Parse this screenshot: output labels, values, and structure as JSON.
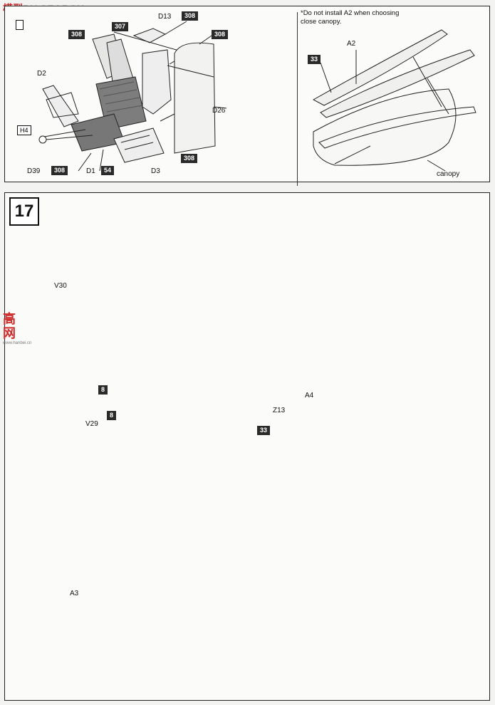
{
  "watermark": {
    "logo_text": "模型",
    "search_text": "BY SEARCH",
    "side_glyphs": "高网",
    "side_url": "www.hanbei.cn"
  },
  "top_panel": {
    "note": "*Do not install A2 when choosing close canopy.",
    "seat_labels": {
      "d13": "D13",
      "d2": "D2",
      "h4": "H4",
      "d39": "D39",
      "d1": "D1",
      "d3": "D3",
      "d26": "D26"
    },
    "seat_boxes": {
      "b308a": "308",
      "b308b": "308",
      "b307": "307",
      "b308c": "308",
      "b308d": "308",
      "b308e": "308",
      "b54": "54"
    },
    "canopy_labels": {
      "a2": "A2",
      "canopy": "canopy"
    },
    "canopy_boxes": {
      "b33": "33"
    }
  },
  "bottom_panel": {
    "step_number": "17",
    "labels": {
      "v30": "V30",
      "v29": "V29",
      "a4": "A4",
      "z13": "Z13",
      "a3": "A3"
    },
    "boxes": {
      "b8a": "8",
      "b8b": "8",
      "b33": "33"
    }
  }
}
